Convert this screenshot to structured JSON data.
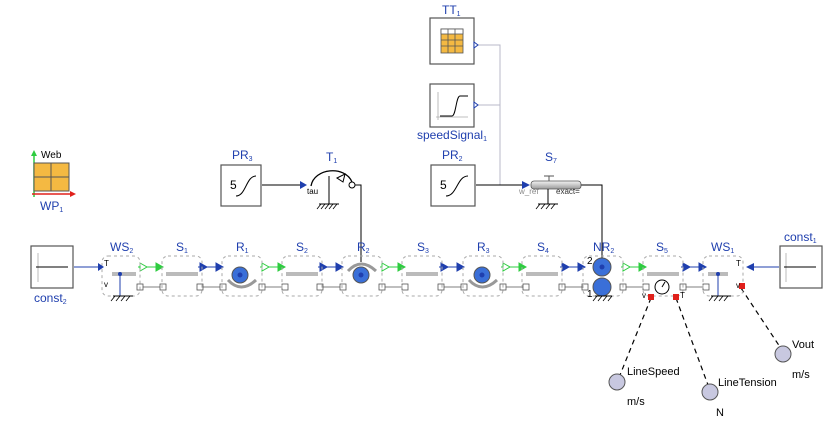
{
  "components": {
    "tt": {
      "name": "TT",
      "sub": "1"
    },
    "speed_signal": {
      "name": "speedSignal",
      "sub": "1"
    },
    "web_icon": {
      "caption": "Web"
    },
    "wp": {
      "name": "WP",
      "sub": "1"
    },
    "pr3": {
      "name": "PR",
      "sub": "3",
      "value": "5"
    },
    "pr2": {
      "name": "PR",
      "sub": "2",
      "value": "5"
    },
    "t1": {
      "name": "T",
      "sub": "1",
      "port": "tau"
    },
    "s7": {
      "name": "S",
      "sub": "7",
      "port_left": "w_ref",
      "port_right": "exact="
    },
    "const1": {
      "name": "const",
      "sub": "1"
    },
    "const2": {
      "name": "const",
      "sub": "2"
    },
    "ws2": {
      "name": "WS",
      "sub": "2",
      "port_t": "T",
      "port_v": "v"
    },
    "ws1": {
      "name": "WS",
      "sub": "1",
      "port_t": "T",
      "port_v": "v"
    },
    "s1": {
      "name": "S",
      "sub": "1"
    },
    "r1": {
      "name": "R",
      "sub": "1"
    },
    "s2": {
      "name": "S",
      "sub": "2"
    },
    "r2": {
      "name": "R",
      "sub": "2"
    },
    "s3": {
      "name": "S",
      "sub": "3"
    },
    "r3": {
      "name": "R",
      "sub": "3"
    },
    "s4": {
      "name": "S",
      "sub": "4"
    },
    "nr2": {
      "name": "NR",
      "sub": "2",
      "port_top": "2",
      "port_bottom": "1"
    },
    "s5": {
      "name": "S",
      "sub": "5",
      "port_v": "v",
      "port_t": "T"
    }
  },
  "outputs": {
    "line_speed": {
      "name": "LineSpeed",
      "unit": "m/s"
    },
    "line_tension": {
      "name": "LineTension",
      "unit": "N"
    },
    "vout": {
      "name": "Vout",
      "unit": "m/s"
    }
  },
  "colors": {
    "label_blue": "#1f3fae",
    "connector_blue": "#1f3fae",
    "web_green": "#2ecc40",
    "icon_orange": "#f4b942",
    "port_red": "#e0201b",
    "output_fill": "#c8c8e0"
  }
}
